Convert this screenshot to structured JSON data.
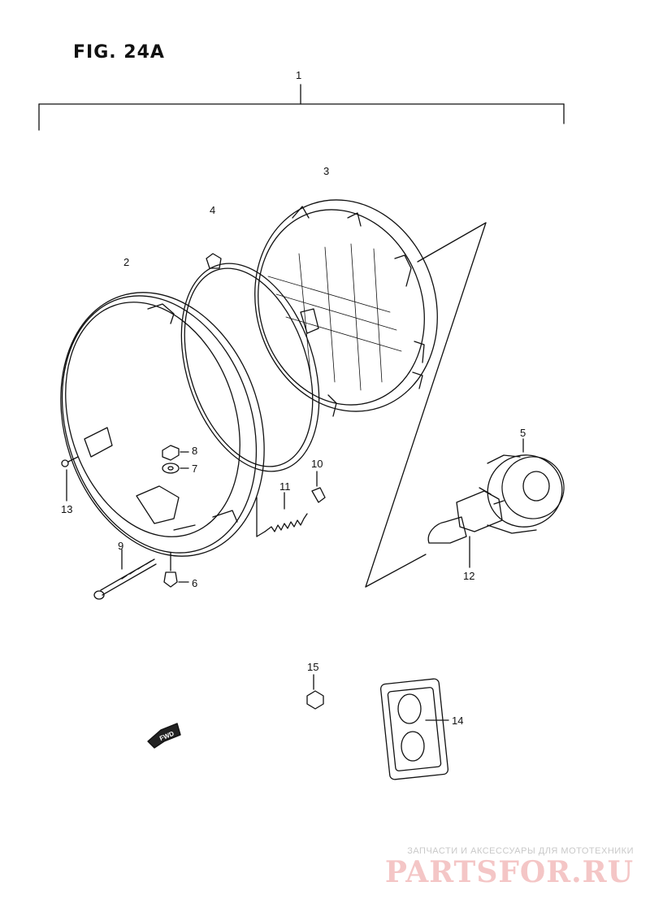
{
  "figure": {
    "title": "FIG. 24A"
  },
  "callouts": {
    "c1": "1",
    "c2": "2",
    "c3": "3",
    "c4": "4",
    "c5": "5",
    "c6": "6",
    "c7": "7",
    "c8": "8",
    "c9": "9",
    "c10": "10",
    "c11": "11",
    "c12": "12",
    "c13": "13",
    "c14": "14",
    "c15": "15"
  },
  "fwd_label": "FWD",
  "watermark": {
    "caption": "ЗАПЧАСТИ И АКСЕССУАРЫ ДЛЯ МОТОТЕХНИКИ",
    "logo": "PARTSFOR.RU"
  }
}
